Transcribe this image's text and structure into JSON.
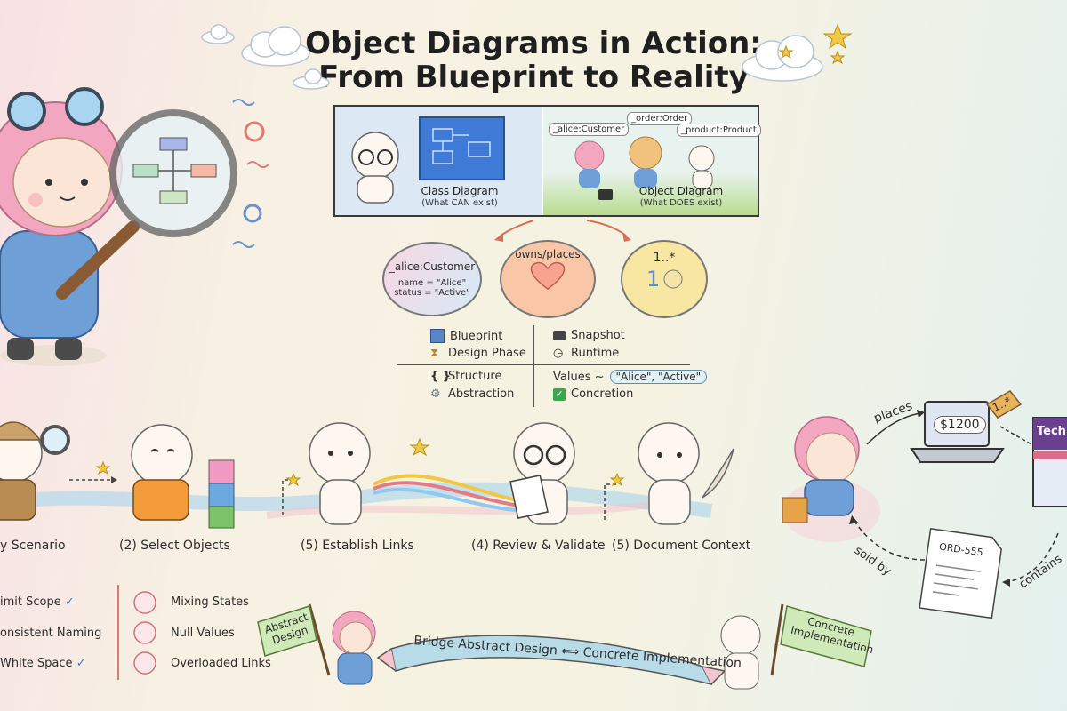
{
  "title": {
    "line1": "Object Diagrams in Action:",
    "line2": "From Blueprint to Reality"
  },
  "comparison": {
    "class_caption": "Class Diagram",
    "class_sub": "(What CAN exist)",
    "object_caption": "Object Diagram",
    "object_sub": "(What DOES exist)",
    "object_tags": [
      "_alice:Customer",
      "_order:Order",
      "_product:Product"
    ]
  },
  "concepts": {
    "object_name": "_alice:Customer",
    "object_attr1": "name = \"Alice\"",
    "object_attr2": "status = \"Active\"",
    "link_label": "owns/places",
    "multiplicity": "1..*"
  },
  "legend": {
    "left": [
      "Blueprint",
      "Design Phase",
      "Structure",
      "Abstraction"
    ],
    "right": [
      "Snapshot",
      "Runtime",
      "Values ~",
      "Concretion"
    ],
    "values_chip": "\"Alice\", \"Active\""
  },
  "steps": [
    "y Scenario",
    "(2) Select Objects",
    "(5) Establish Links",
    "(4) Review & Validate",
    "(5) Document Context"
  ],
  "scenario": {
    "places": "places",
    "price": "$1200",
    "price_tag": "1..*",
    "store": "Tech",
    "order_id": "ORD-555",
    "sold_by": "sold by",
    "contains": "contains"
  },
  "best_practices": [
    "imit Scope",
    "onsistent Naming",
    "White Space"
  ],
  "pitfalls": [
    "Mixing States",
    "Null Values",
    "Overloaded Links"
  ],
  "bridge": {
    "flag_left": "Abstract Design",
    "ribbon": "Bridge Abstract Design ⟺ Concrete Implementation",
    "flag_right": "Concrete Implementation"
  },
  "colors": {
    "accent_blue": "#4a78c8",
    "accent_pink": "#f29bb0",
    "accent_green": "#7cc36a",
    "check_green": "#3aa84a",
    "star_yellow": "#f2c744"
  }
}
